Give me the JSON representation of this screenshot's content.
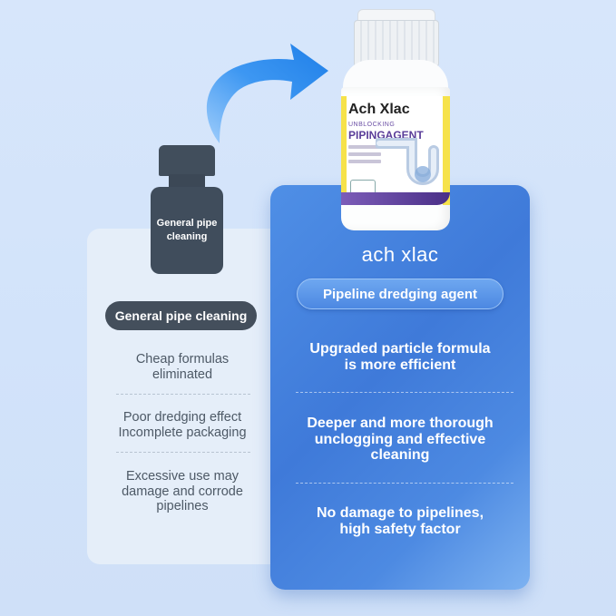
{
  "left_card": {
    "bottle_label": "General pipe cleaning",
    "pill_label": "General pipe cleaning",
    "items": [
      "Cheap formulas\neliminated",
      "Poor dredging effect\nIncomplete packaging",
      "Excessive use may\ndamage and corrode\npipelines"
    ]
  },
  "right_card": {
    "brand": "ach xlac",
    "pill_label": "Pipeline dredging agent",
    "items": [
      "Upgraded particle formula\nis more efficient",
      "Deeper and more thorough\nunclogging and effective\ncleaning",
      "No damage to pipelines,\nhigh safety factor"
    ]
  },
  "product": {
    "brand": "Ach Xlac",
    "line1": "UNBLOCKING",
    "line2": "PIPINGAGENT"
  },
  "colors": {
    "background": "#d4e4fa",
    "right_card": "#4a85e0",
    "dark_bottle": "#414e5c",
    "arrow": "#2f8ff0"
  },
  "icons": {
    "arrow": "curved-arrow-icon",
    "generic_bottle": "generic-bottle-icon",
    "product_bottle": "product-bottle-image"
  }
}
